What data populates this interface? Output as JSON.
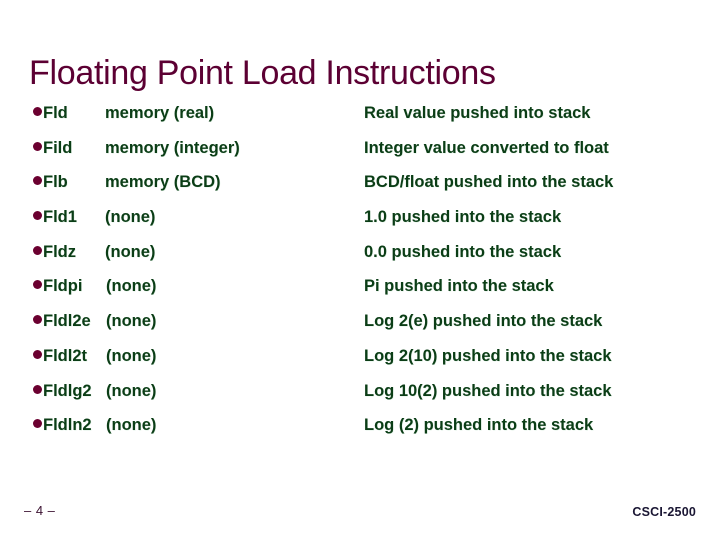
{
  "slide": {
    "title": "Floating Point Load Instructions",
    "colors": {
      "title": "#5c0033",
      "bullet": "#6b0030",
      "body_text": "#0b3d16",
      "footer_page": "#3a1030",
      "footer_course": "#1a1633",
      "background": "#ffffff"
    }
  },
  "instructions": [
    {
      "mnemonic": "Fld",
      "operand": "memory (real)",
      "description": "Real value pushed into stack",
      "bullet": "round-bullet-icon"
    },
    {
      "mnemonic": "Fild",
      "operand": "memory (integer)",
      "description": "Integer value converted to float",
      "bullet": "round-bullet-icon"
    },
    {
      "mnemonic": "Flb",
      "operand": "memory (BCD)",
      "description": "BCD/float pushed into the stack",
      "bullet": "round-bullet-icon"
    },
    {
      "mnemonic": "Fld1",
      "operand": "(none)",
      "description": "1.0 pushed into the stack",
      "bullet": "round-bullet-icon"
    },
    {
      "mnemonic": "Fldz",
      "operand": "(none)",
      "description": "0.0 pushed into the stack",
      "bullet": "round-bullet-icon"
    },
    {
      "mnemonic": "Fldpi",
      "operand": "(none)",
      "description": "Pi pushed into the stack",
      "bullet": "round-bullet-icon"
    },
    {
      "mnemonic": "Fldl2e",
      "operand": "(none)",
      "description": "Log 2(e) pushed into the stack",
      "bullet": "round-bullet-icon"
    },
    {
      "mnemonic": "Fldl2t",
      "operand": "(none)",
      "description": "Log 2(10) pushed into the stack",
      "bullet": "round-bullet-icon"
    },
    {
      "mnemonic": "Fldlg2",
      "operand": "(none)",
      "description": "Log 10(2) pushed into the stack",
      "bullet": "round-bullet-icon"
    },
    {
      "mnemonic": "Fldln2",
      "operand": "(none)",
      "description": "Log (2) pushed into the stack",
      "bullet": "round-bullet-icon"
    }
  ],
  "footer": {
    "page": "– 4 –",
    "course": "CSCI-2500"
  }
}
